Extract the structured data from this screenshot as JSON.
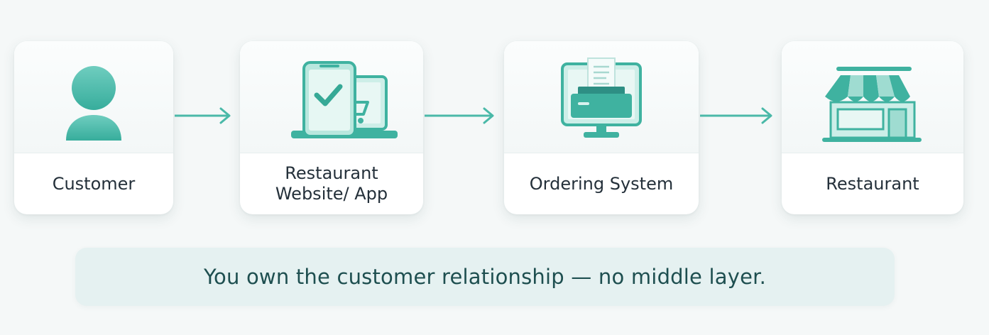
{
  "steps": [
    {
      "label": "Customer",
      "icon": "person-icon"
    },
    {
      "label": "Restaurant\nWebsite/ App",
      "icon": "devices-cart-icon"
    },
    {
      "label": "Ordering System",
      "icon": "order-printer-icon"
    },
    {
      "label": "Restaurant",
      "icon": "storefront-icon"
    }
  ],
  "banner": {
    "text": "You own the customer relationship — no middle layer."
  },
  "colors": {
    "accent": "#3fb8a6",
    "accent_light": "#8fd9cc",
    "text_dark": "#24303a",
    "banner_text": "#1e4f50",
    "banner_bg": "#e5f1f1"
  }
}
